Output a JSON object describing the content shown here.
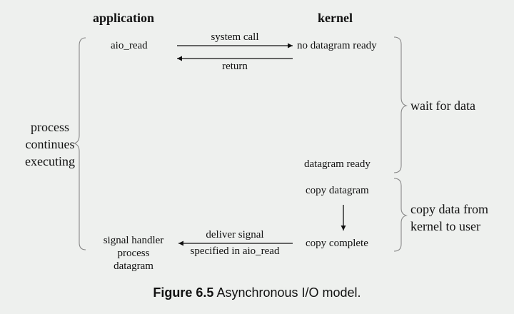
{
  "headers": {
    "application": "application",
    "kernel": "kernel"
  },
  "application": {
    "aio_read": "aio_read",
    "signal_handler": [
      "signal handler",
      "process",
      "datagram"
    ]
  },
  "arrows": {
    "system_call": "system call",
    "return": "return",
    "deliver_signal": [
      "deliver signal",
      "specified in aio_read"
    ]
  },
  "kernel": {
    "no_datagram_ready": "no datagram ready",
    "datagram_ready": "datagram ready",
    "copy_datagram": "copy datagram",
    "copy_complete": "copy complete"
  },
  "braces": {
    "left": [
      "process",
      "continues",
      "executing"
    ],
    "wait": "wait for data",
    "copy": [
      "copy data from",
      "kernel to user"
    ]
  },
  "caption": {
    "label": "Figure 6.5",
    "text": " Asynchronous I/O model."
  }
}
